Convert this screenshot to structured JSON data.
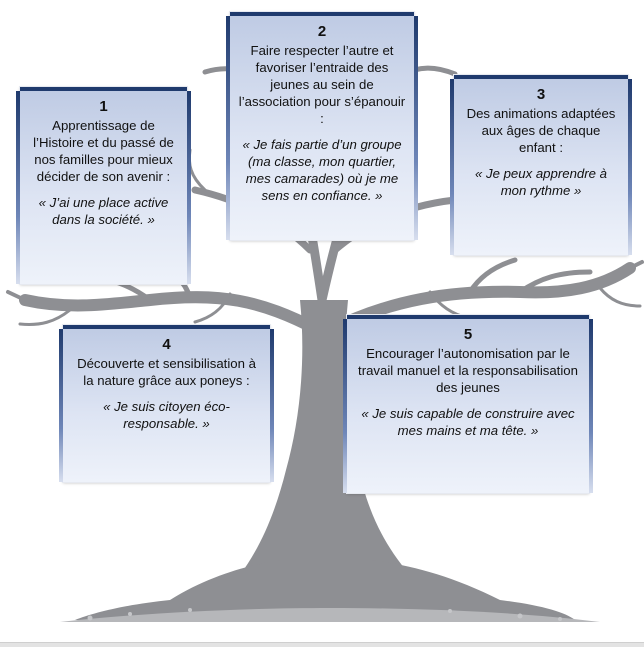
{
  "cards": [
    {
      "number": "1",
      "description": "Apprentissage de l’Histoire et du passé de nos familles pour mieux décider de son avenir :",
      "quote": "« J’ai une place active dans la société. »"
    },
    {
      "number": "2",
      "description": "Faire respecter l’autre et favoriser l’entraide des jeunes au sein de l’association pour s’épanouir :",
      "quote": "« Je fais partie d’un groupe (ma classe, mon quartier, mes camarades) où je me sens en confiance. »"
    },
    {
      "number": "3",
      "description": "Des animations adaptées aux âges de chaque enfant :",
      "quote": "« Je peux apprendre à mon rythme »"
    },
    {
      "number": "4",
      "description": "Découverte et sensibilisation à la nature grâce aux poneys :",
      "quote": "« Je suis citoyen éco-responsable. »"
    },
    {
      "number": "5",
      "description": "Encourager l’autonomisation par le travail manuel et la responsabilisation des jeunes",
      "quote": "« Je suis capable de construire avec mes mains et ma tête. »"
    }
  ],
  "colors": {
    "card_border": "#1f3a6d",
    "card_fill_top": "#bfcbe4",
    "card_fill_bottom": "#eef2fa",
    "tree": "#8e8f93"
  },
  "background_image": "bare-tree-illustration"
}
